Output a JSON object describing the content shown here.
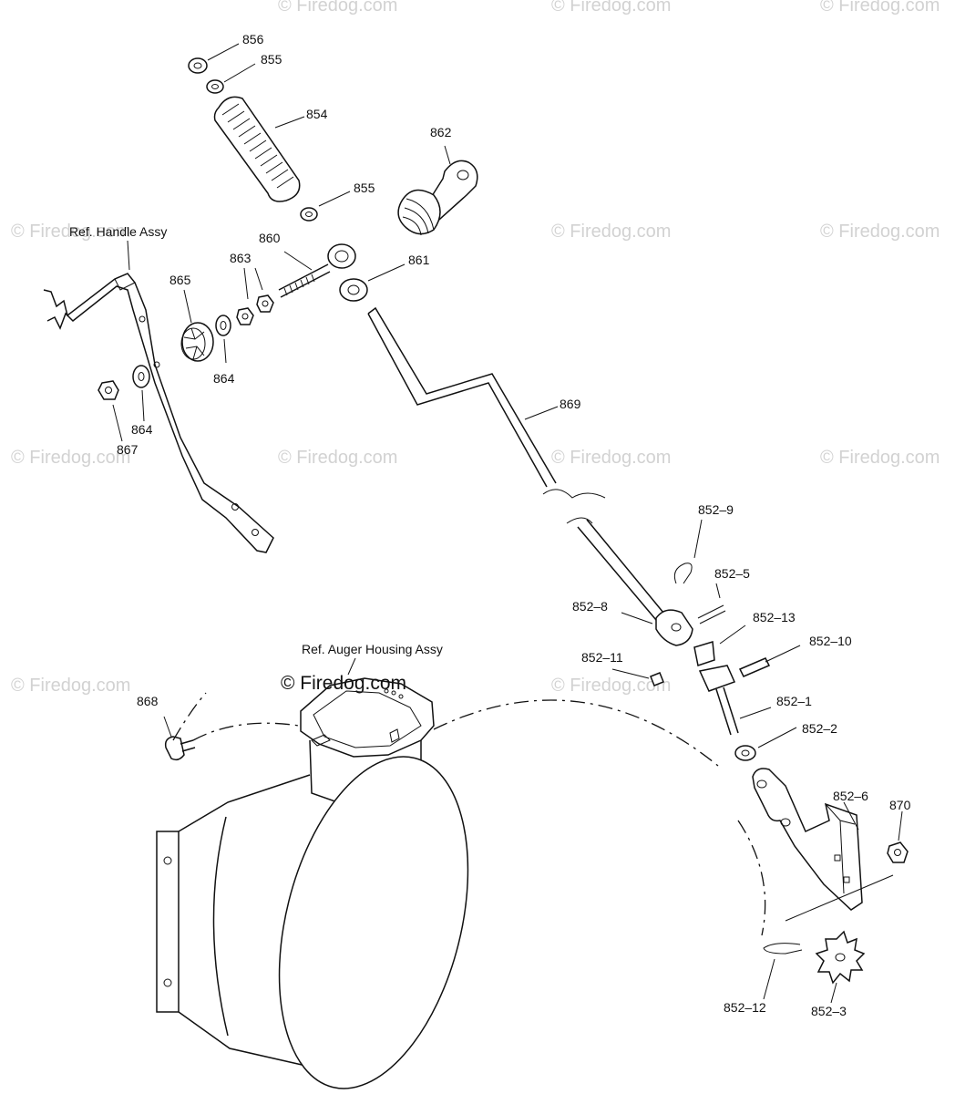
{
  "colors": {
    "line": "#111111",
    "watermark": "#d2d2d2",
    "background": "#ffffff"
  },
  "watermarks": [
    "© Firedog.com",
    "© Firedog.com",
    "© Firedog.com",
    "© Firedog.com",
    "© Firedog.com",
    "© Firedog.com",
    "© Firedog.com",
    "© Firedog.com",
    "© Firedog.com",
    "© Firedog.com",
    "© Firedog.com",
    "© Firedog.com"
  ],
  "main_watermark": "© Firedog.com",
  "refs": {
    "handle": "Ref. Handle Assy",
    "auger": "Ref. Auger Housing Assy"
  },
  "labels": {
    "p856": "856",
    "p855a": "855",
    "p854": "854",
    "p862": "862",
    "p855b": "855",
    "p860": "860",
    "p863": "863",
    "p865": "865",
    "p861": "861",
    "p864a": "864",
    "p864b": "864",
    "p867": "867",
    "p869": "869",
    "p852_9": "852–9",
    "p852_5": "852–5",
    "p852_8": "852–8",
    "p852_13": "852–13",
    "p852_10": "852–10",
    "p852_11": "852–11",
    "p852_1": "852–1",
    "p852_2": "852–2",
    "p868": "868",
    "p852_6": "852–6",
    "p870": "870",
    "p852_12": "852–12",
    "p852_3": "852–3"
  }
}
